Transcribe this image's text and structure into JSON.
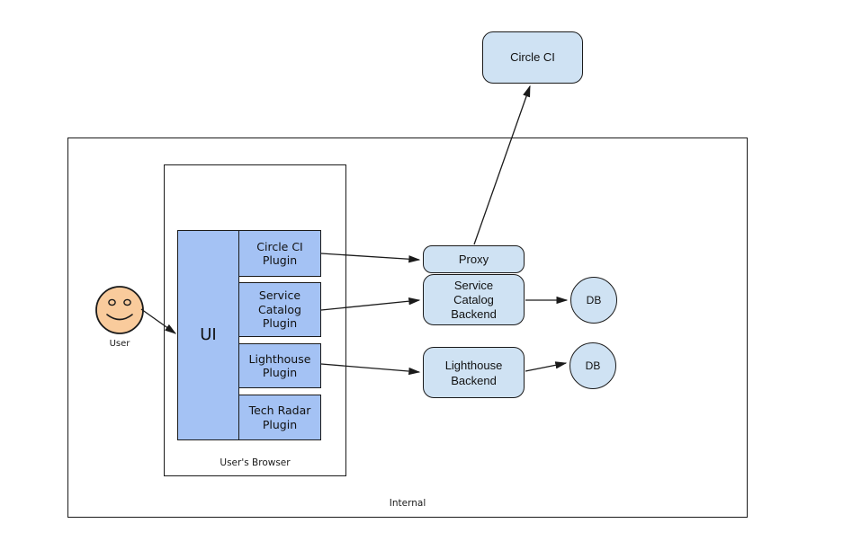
{
  "diagram": {
    "zones": {
      "internal": {
        "label": "Internal"
      },
      "browser": {
        "label": "User's Browser"
      }
    },
    "nodes": {
      "circle_ci": {
        "label": "Circle CI",
        "shape": "rounded-rect"
      },
      "user": {
        "label": "User",
        "shape": "smiley-face"
      },
      "ui": {
        "label": "UI",
        "shape": "rect"
      },
      "circle_ci_plugin": {
        "label": "Circle CI\nPlugin",
        "shape": "rect"
      },
      "service_catalog_plugin": {
        "label": "Service\nCatalog\nPlugin",
        "shape": "rect"
      },
      "lighthouse_plugin": {
        "label": "Lighthouse\nPlugin",
        "shape": "rect"
      },
      "tech_radar_plugin": {
        "label": "Tech Radar\nPlugin",
        "shape": "rect"
      },
      "proxy": {
        "label": "Proxy",
        "shape": "rounded-rect"
      },
      "service_catalog_backend": {
        "label": "Service\nCatalog\nBackend",
        "shape": "rounded-rect"
      },
      "lighthouse_backend": {
        "label": "Lighthouse\nBackend",
        "shape": "rounded-rect"
      },
      "db_service_catalog": {
        "label": "DB",
        "shape": "circle"
      },
      "db_lighthouse": {
        "label": "DB",
        "shape": "circle"
      }
    },
    "edges": [
      {
        "from": "user",
        "to": "ui"
      },
      {
        "from": "circle_ci_plugin",
        "to": "proxy"
      },
      {
        "from": "service_catalog_plugin",
        "to": "service_catalog_backend"
      },
      {
        "from": "lighthouse_plugin",
        "to": "lighthouse_backend"
      },
      {
        "from": "proxy",
        "to": "circle_ci"
      },
      {
        "from": "service_catalog_backend",
        "to": "db_service_catalog"
      },
      {
        "from": "lighthouse_backend",
        "to": "db_lighthouse"
      }
    ],
    "colors": {
      "node_fill_light": "#cfe2f3",
      "node_fill_medium": "#a4c2f4",
      "user_face_fill": "#f9cb9c",
      "border": "#1a1a1a",
      "background": "#ffffff"
    }
  }
}
